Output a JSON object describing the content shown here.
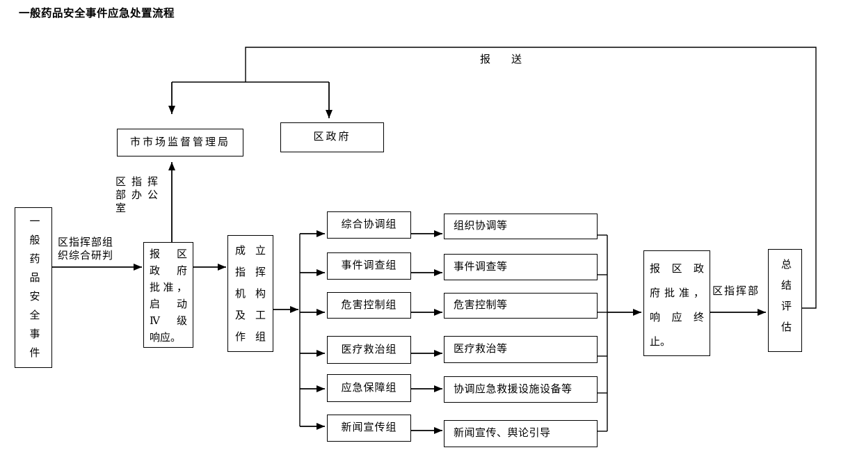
{
  "title": "一般药品安全事件应急处置流程",
  "colors": {
    "line": "#000000",
    "background": "#ffffff",
    "text": "#000000"
  },
  "diagram": {
    "nodes": {
      "incident": {
        "label": "一般药品安全事件"
      },
      "approve_start": {
        "lines": [
          "报区",
          "政府",
          "批准，",
          "启动",
          "Ⅳ级",
          "响应。"
        ]
      },
      "market_bureau": {
        "label": "市市场监督管理局"
      },
      "district_gov": {
        "label": "区政府"
      },
      "setup": {
        "lines": [
          "成立",
          "指挥",
          "机构",
          "及工",
          "作组"
        ]
      },
      "groups": [
        {
          "label": "综合协调组",
          "task": "组织协调等"
        },
        {
          "label": "事件调查组",
          "task": "事件调查等"
        },
        {
          "label": "危害控制组",
          "task": "危害控制等"
        },
        {
          "label": "医疗救治组",
          "task": "医疗救治等"
        },
        {
          "label": "应急保障组",
          "task": "协调应急救援设施设备等"
        },
        {
          "label": "新闻宣传组",
          "task": "新闻宣传、舆论引导"
        }
      ],
      "approve_end": {
        "lines": [
          "报区政",
          "府批准，",
          "响应终",
          "止。"
        ]
      },
      "summary": {
        "label": "总结评估"
      }
    },
    "edge_labels": {
      "report": "报　　送",
      "research": [
        "区指挥部组",
        "织综合研判"
      ],
      "office": [
        "区指挥",
        "部办公",
        "室"
      ],
      "commander": "区指挥部"
    }
  }
}
